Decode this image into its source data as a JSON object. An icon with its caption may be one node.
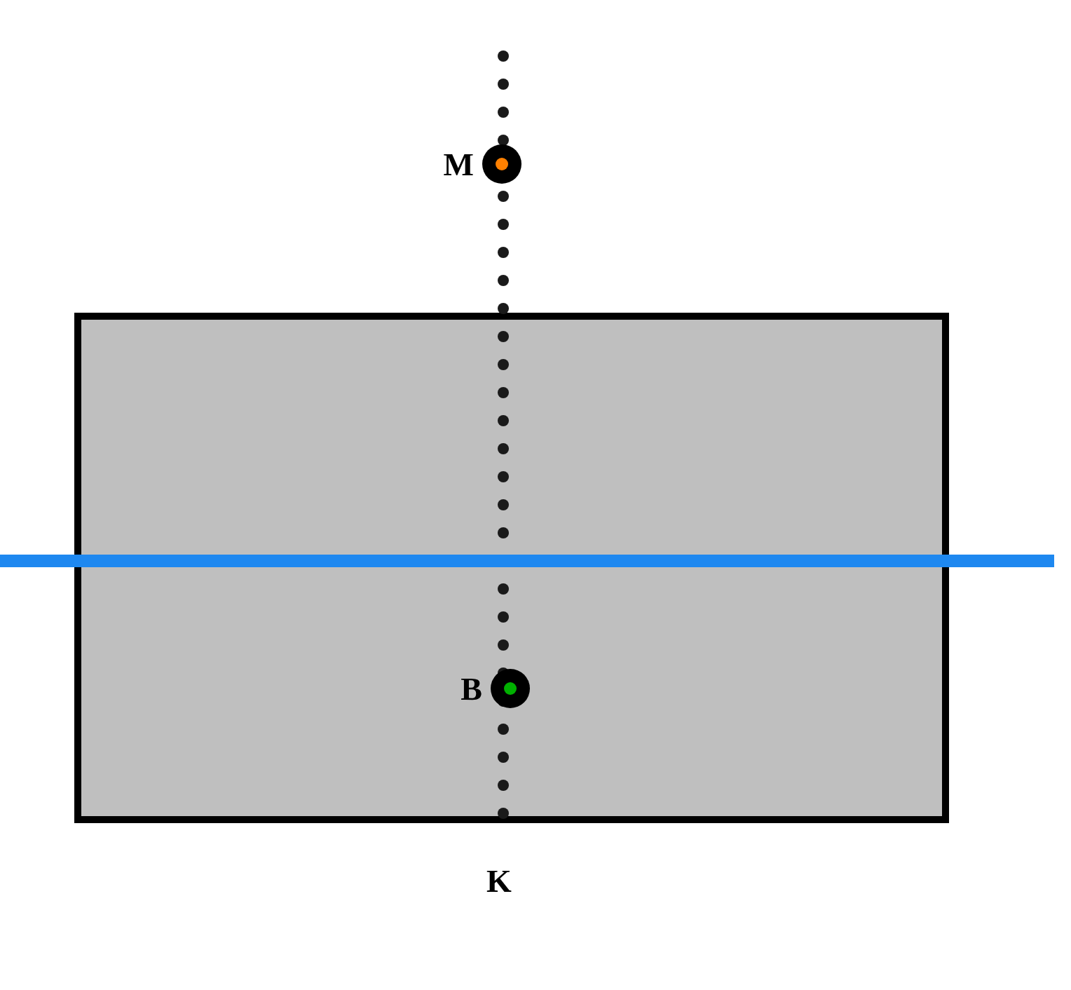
{
  "diagram": {
    "nodes": [
      {
        "text": [],
        "shape": "box"
      },
      {
        "text": [
          "M"
        ]
      },
      {
        "text": [
          "B"
        ],
        "in": 0
      }
    ],
    "labels": [
      "K"
    ]
  }
}
